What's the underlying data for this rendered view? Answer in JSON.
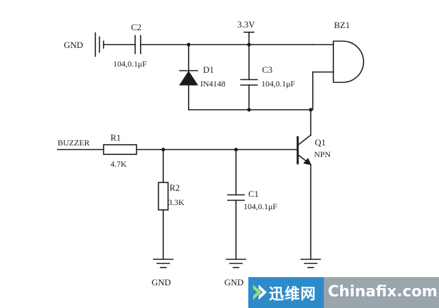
{
  "schematic": {
    "gnd_top": "GND",
    "c2_name": "C2",
    "c2_value": "104,0.1μF",
    "vcc": "3.3V",
    "bz1": "BZ1",
    "d1_name": "D1",
    "d1_part": "IN4148",
    "c3_name": "C3",
    "c3_value": "104,0.1μF",
    "buzzer_net": "BUZZER",
    "r1_name": "R1",
    "r1_value": "4.7K",
    "q1_name": "Q1",
    "q1_type": "NPN",
    "r2_name": "R2",
    "r2_value": "3.3K",
    "c1_name": "C1",
    "c1_value": "104,0.1μF",
    "gnd_r2": "GND",
    "gnd_c1": "GND"
  },
  "watermark": {
    "brand_cn": "迅维网",
    "brand_en": "Chinafix.com",
    "left_color": "#2e8bc9",
    "right_color": "#9aa5ac",
    "logo_icon": "chevron-logo-icon"
  }
}
